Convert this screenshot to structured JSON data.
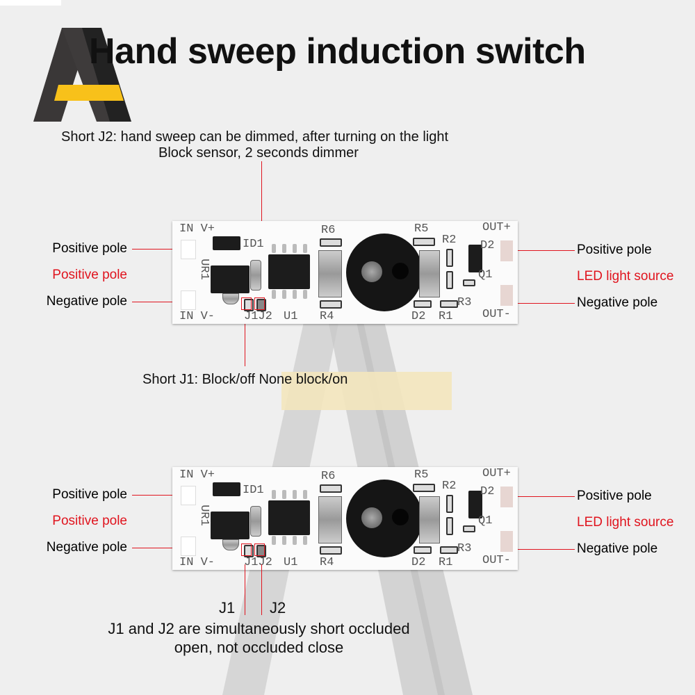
{
  "title": "Hand sweep induction switch",
  "logo": {
    "text": "A",
    "colors": {
      "dark": "#3a3737",
      "accent": "#f8c11a"
    }
  },
  "colors": {
    "annotation_red": "#e0141e",
    "background": "#efefef"
  },
  "top_board_notes": {
    "j2_line1": "Short J2: hand sweep can be dimmed, after turning on the light",
    "j2_line2": "Block sensor, 2 seconds dimmer",
    "j1": "Short J1: Block/off None block/on"
  },
  "bottom_board_notes": {
    "j1": "J1",
    "j2": "J2",
    "line1": "J1 and J2 are simultaneously short occluded",
    "line2": "open, not occluded close"
  },
  "boards": [
    {
      "left_labels": [
        "Positive pole",
        "Positive pole",
        "Negative pole"
      ],
      "right_labels": [
        "Positive pole",
        "LED light source",
        "Negative pole"
      ],
      "silk": {
        "in_vp": "IN V+",
        "in_vm": "IN V-",
        "id1": "ID1",
        "ur1": "UR1",
        "j1j2": "J1J2",
        "u1": "U1",
        "r6": "R6",
        "r4": "R4",
        "r5": "R5",
        "r2": "R2",
        "d2a": "D2",
        "q1": "Q1",
        "r3": "R3",
        "d2": "D2",
        "r1": "R1",
        "out_p": "OUT+",
        "out_m": "OUT-"
      }
    },
    {
      "left_labels": [
        "Positive pole",
        "Positive pole",
        "Negative pole"
      ],
      "right_labels": [
        "Positive pole",
        "LED light source",
        "Negative pole"
      ],
      "silk": {
        "in_vp": "IN V+",
        "in_vm": "IN V-",
        "id1": "ID1",
        "ur1": "UR1",
        "j1j2": "J1J2",
        "u1": "U1",
        "r6": "R6",
        "r4": "R4",
        "r5": "R5",
        "r2": "R2",
        "d2a": "D2",
        "q1": "Q1",
        "r3": "R3",
        "d2": "D2",
        "r1": "R1",
        "out_p": "OUT+",
        "out_m": "OUT-"
      }
    }
  ]
}
